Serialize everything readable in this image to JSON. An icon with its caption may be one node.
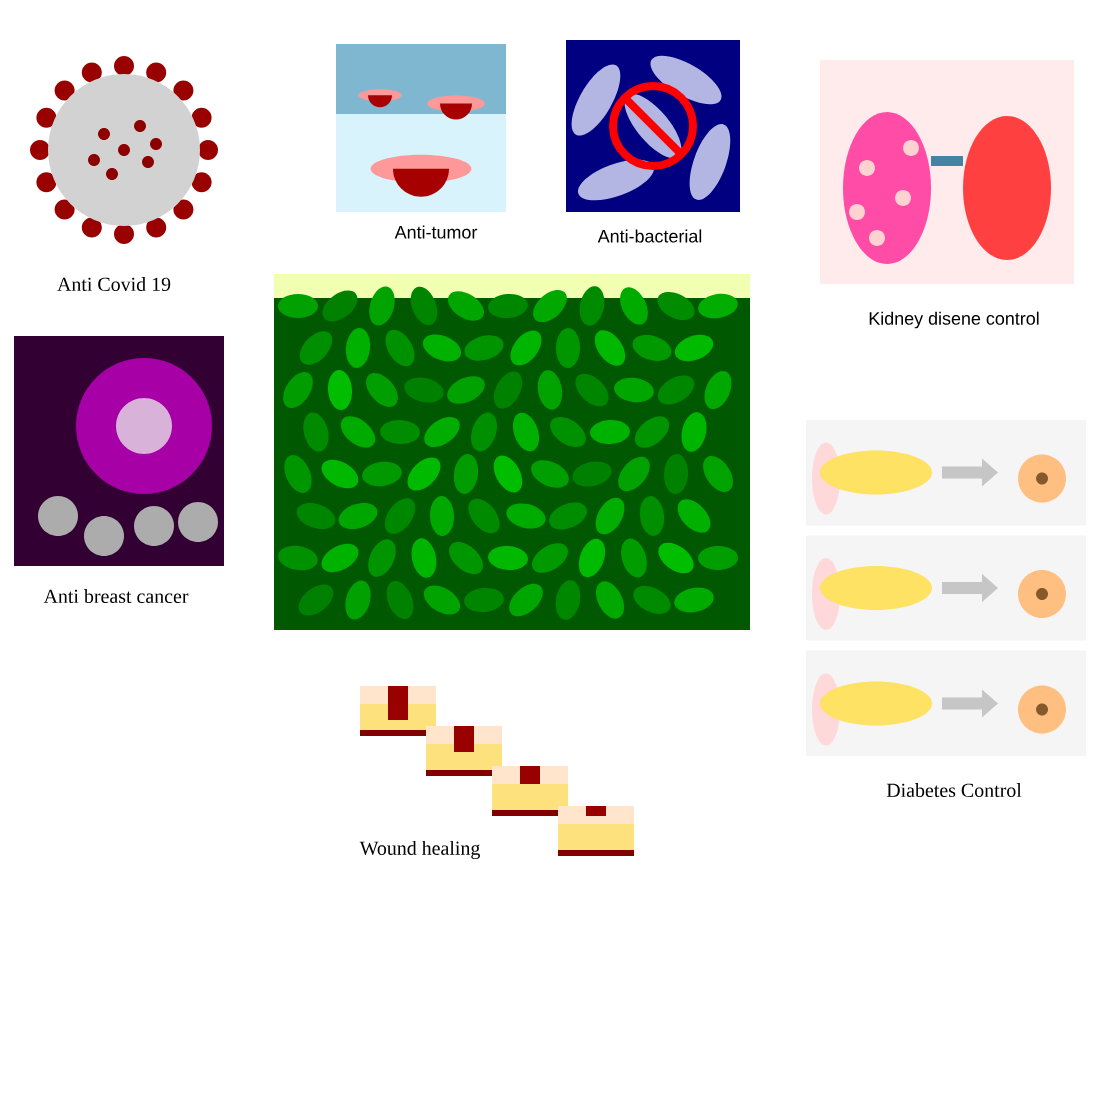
{
  "diagram": {
    "labels": [
      "Anti Covid 19",
      "Anti-tumor",
      "Anti-bacterial",
      "Kidney disene control",
      "Anti breast cancer",
      "Wound healing",
      "Diabetes Control"
    ]
  }
}
